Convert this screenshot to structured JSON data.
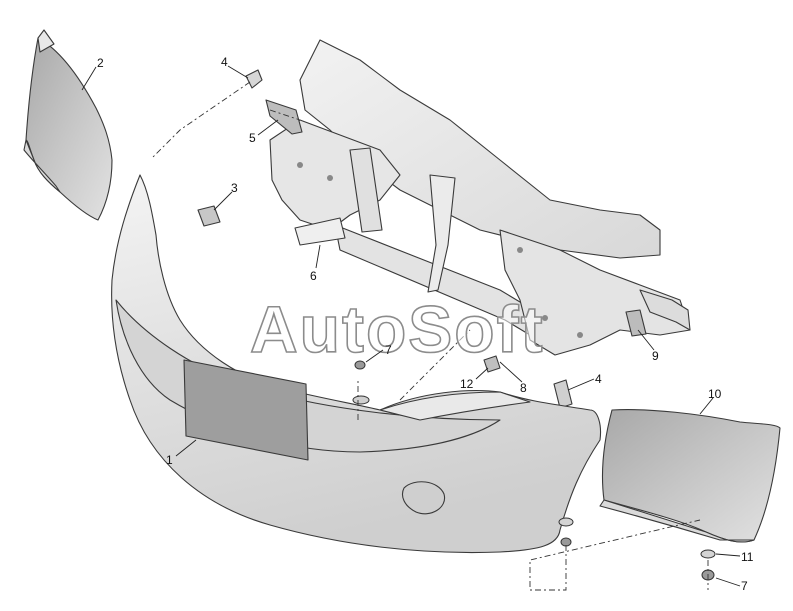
{
  "watermark": "AutoSoft",
  "callouts": [
    {
      "key": "2",
      "label": "2"
    },
    {
      "key": "4a",
      "label": "4"
    },
    {
      "key": "5",
      "label": "5"
    },
    {
      "key": "3",
      "label": "3"
    },
    {
      "key": "6",
      "label": "6"
    },
    {
      "key": "7a",
      "label": "7"
    },
    {
      "key": "12",
      "label": "12"
    },
    {
      "key": "8",
      "label": "8"
    },
    {
      "key": "4b",
      "label": "4"
    },
    {
      "key": "9",
      "label": "9"
    },
    {
      "key": "10",
      "label": "10"
    },
    {
      "key": "1",
      "label": "1"
    },
    {
      "key": "11",
      "label": "11"
    },
    {
      "key": "7b",
      "label": "7"
    }
  ]
}
